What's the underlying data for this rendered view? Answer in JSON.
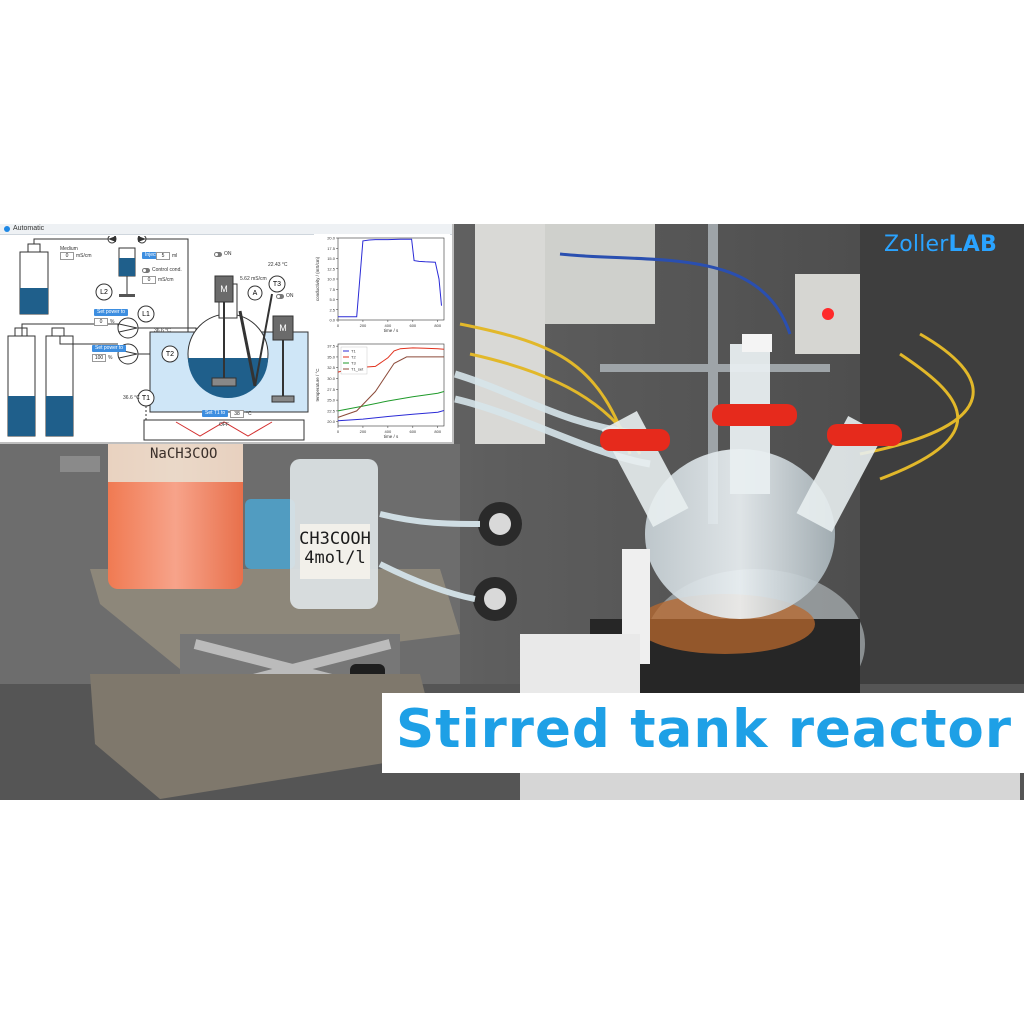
{
  "brand": {
    "prefix": "Zoller",
    "suffix": "LAB"
  },
  "banner": {
    "title": "Stirred tank reactor"
  },
  "bottle_labels": {
    "acid_line1": "CH3COOH",
    "acid_line2": "4mol/l",
    "orange_bottle": "NaCH3COO"
  },
  "scada": {
    "tab_label": "Automatic",
    "medium": {
      "label": "Medium",
      "value": "0",
      "unit": "mS/cm"
    },
    "inject": {
      "label": "Inject",
      "value": "5",
      "unit": "ml"
    },
    "control_cond": {
      "label": "Control cond.",
      "value": "0",
      "unit": "mS/cm"
    },
    "pump1": {
      "label": "Set power to",
      "value": "0",
      "unit": "%"
    },
    "pump2": {
      "label": "Set power to",
      "value": "100",
      "unit": "%"
    },
    "heater": {
      "label": "Set T1 to",
      "value": "38",
      "unit": "°C",
      "state": "OFF"
    },
    "readings": {
      "t2": "36.6 °C",
      "t1": "36.6 °C",
      "conductivity": "5.62 mS/cm",
      "t3": "22.43 °C"
    },
    "switches": {
      "stirrer": "ON",
      "probe": "ON"
    },
    "nodes": {
      "l1": "L1",
      "l2": "L2",
      "t1": "T1",
      "t2": "T2",
      "t3": "T3",
      "a": "A",
      "m1": "M",
      "m2": "M"
    }
  },
  "chart_data": [
    {
      "type": "line",
      "ylabel": "conductivity / (mS/cm)",
      "xlabel": "time / s",
      "xlim": [
        0,
        850
      ],
      "ylim": [
        0,
        20
      ],
      "xticks": [
        0,
        200,
        400,
        600,
        800
      ],
      "yticks": [
        0,
        2.5,
        5,
        7.5,
        10,
        12.5,
        15,
        17.5,
        20
      ],
      "ytick_labels": [
        "0.0",
        "2.5",
        "5.0",
        "7.5",
        "10.0",
        "12.5",
        "15.0",
        "17.5",
        "20.0"
      ],
      "colors": [
        "#2b2bd6"
      ],
      "series": [
        {
          "x": [
            0,
            150,
            175,
            200,
            250,
            300,
            400,
            500,
            590,
            610,
            650,
            700,
            780,
            810,
            830
          ],
          "y": [
            0.8,
            0.8,
            10,
            19.3,
            19.5,
            19.6,
            19.6,
            19.7,
            19.7,
            14.5,
            14.3,
            14.2,
            14.1,
            10,
            3.5
          ]
        }
      ]
    },
    {
      "type": "line",
      "ylabel": "temperature / °C",
      "xlabel": "time / s",
      "xlim": [
        0,
        850
      ],
      "ylim": [
        19,
        38
      ],
      "xticks": [
        0,
        200,
        400,
        600,
        800
      ],
      "yticks": [
        20,
        22.5,
        25,
        27.5,
        30,
        32.5,
        35,
        37.5
      ],
      "ytick_labels": [
        "20.0",
        "22.5",
        "25.0",
        "27.5",
        "30.0",
        "32.5",
        "35.0",
        "37.5"
      ],
      "legend": [
        "T1",
        "T2",
        "T3",
        "T1_set"
      ],
      "legend_position": "top-left",
      "colors": [
        "#2b2bd6",
        "#e0321e",
        "#1f9a2a",
        "#8c4b3a"
      ],
      "series": [
        {
          "name": "T1",
          "x": [
            0,
            200,
            400,
            600,
            800,
            850
          ],
          "y": [
            20.2,
            20.6,
            21.2,
            21.7,
            22.2,
            22.6
          ]
        },
        {
          "name": "T2",
          "x": [
            0,
            100,
            200,
            300,
            400,
            450,
            500,
            600,
            700,
            800,
            850
          ],
          "y": [
            31.5,
            32.3,
            32.6,
            32.8,
            34.8,
            36.4,
            36.9,
            37.1,
            37.0,
            36.9,
            36.8
          ]
        },
        {
          "name": "T3",
          "x": [
            0,
            200,
            400,
            600,
            800,
            850
          ],
          "y": [
            22.5,
            23.6,
            24.8,
            25.8,
            26.6,
            27.0
          ]
        },
        {
          "name": "T1_set",
          "x": [
            0,
            150,
            300,
            450,
            550,
            700,
            850
          ],
          "y": [
            21.0,
            22.5,
            27.0,
            33.5,
            35.0,
            35.0,
            35.0
          ]
        }
      ]
    }
  ]
}
